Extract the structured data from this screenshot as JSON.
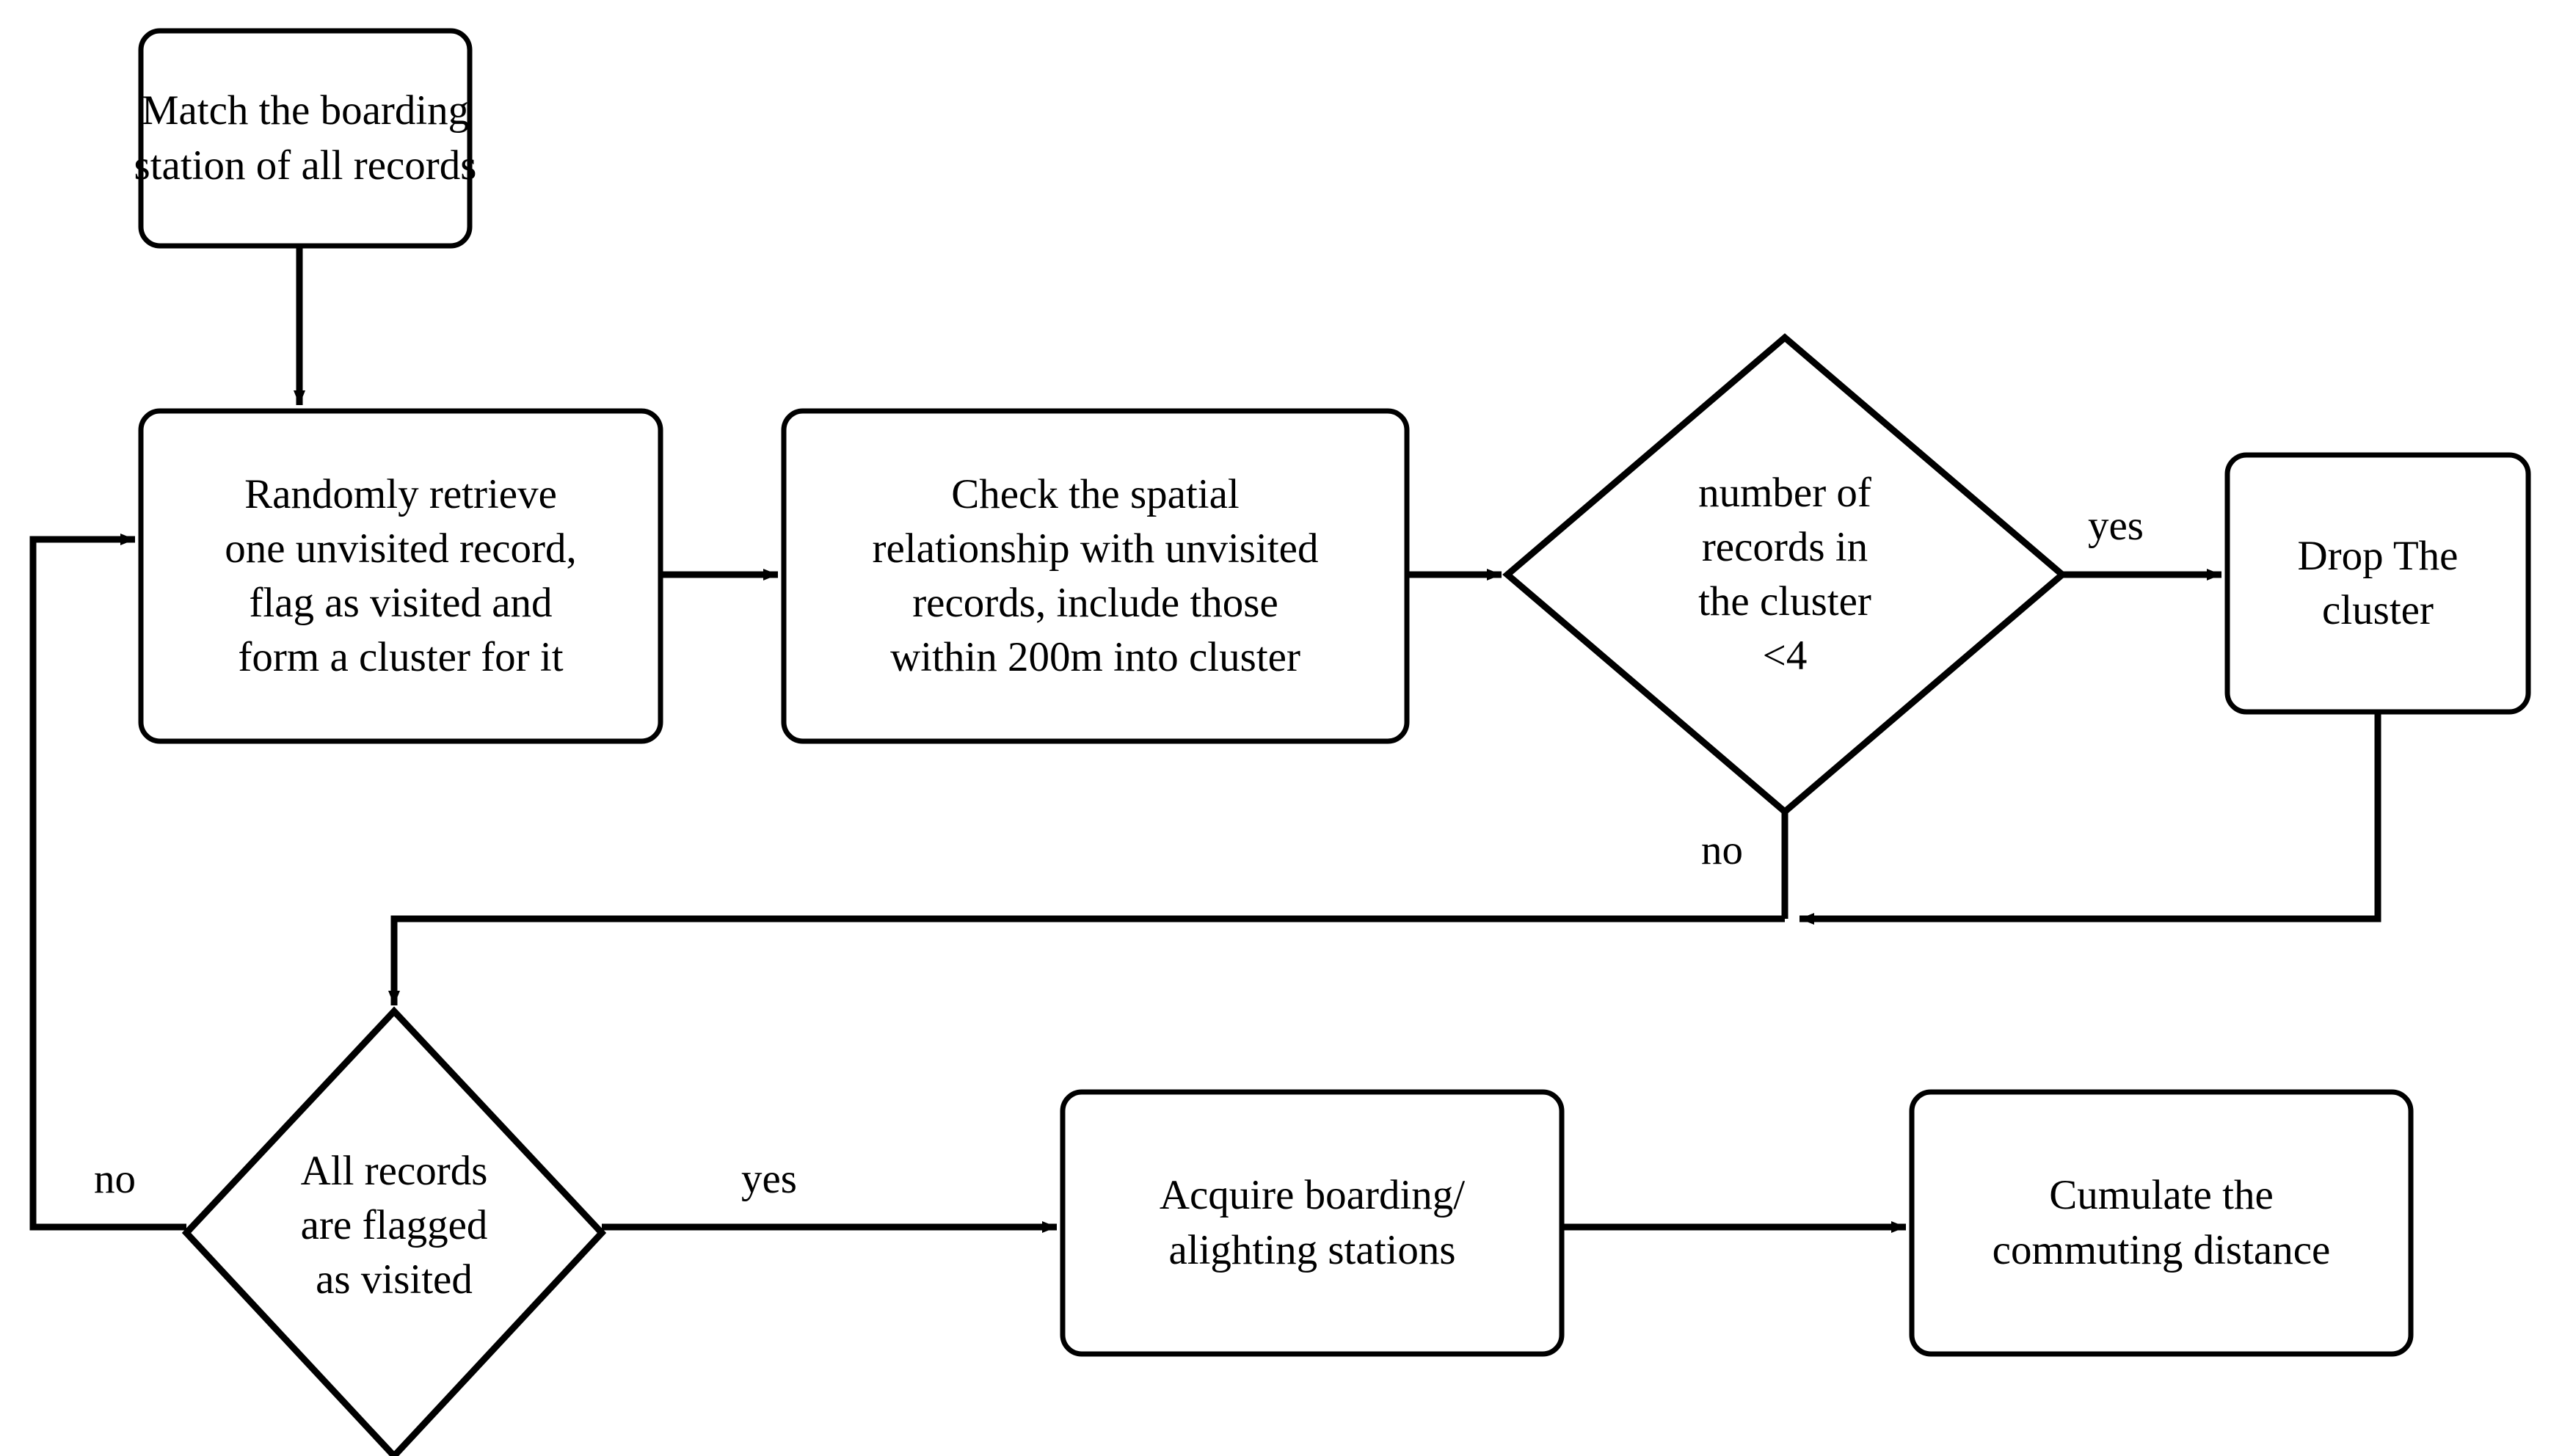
{
  "diagram": {
    "title": "Clustering and commuting distance flowchart",
    "stroke_color": "#000000",
    "background_color": "#ffffff",
    "nodes": [
      {
        "id": "match-boarding-station",
        "shape": "rounded-rect",
        "lines": [
          "Match the boarding",
          "station of all records"
        ]
      },
      {
        "id": "randomly-retrieve-record",
        "shape": "rounded-rect",
        "lines": [
          "Randomly retrieve",
          "one unvisited record,",
          "flag as visited and",
          "form a cluster for it"
        ]
      },
      {
        "id": "check-spatial-relationship",
        "shape": "rounded-rect",
        "lines": [
          "Check the spatial",
          "relationship with unvisited",
          "records, include those",
          "within 200m into cluster"
        ]
      },
      {
        "id": "cluster-size-decision",
        "shape": "diamond",
        "lines": [
          "number of",
          "records in",
          "the cluster",
          "<4"
        ]
      },
      {
        "id": "drop-the-cluster",
        "shape": "rounded-rect",
        "lines": [
          "Drop The",
          "cluster"
        ]
      },
      {
        "id": "all-records-visited-decision",
        "shape": "diamond",
        "lines": [
          "All records",
          "are flagged",
          "as visited"
        ]
      },
      {
        "id": "acquire-stations",
        "shape": "rounded-rect",
        "lines": [
          "Acquire boarding/",
          "alighting stations"
        ]
      },
      {
        "id": "cumulate-distance",
        "shape": "rounded-rect",
        "lines": [
          "Cumulate the",
          "commuting distance"
        ]
      }
    ],
    "edge_labels": {
      "cluster_size_yes": "yes",
      "cluster_size_no": "no",
      "all_visited_yes": "yes",
      "all_visited_no": "no"
    }
  }
}
